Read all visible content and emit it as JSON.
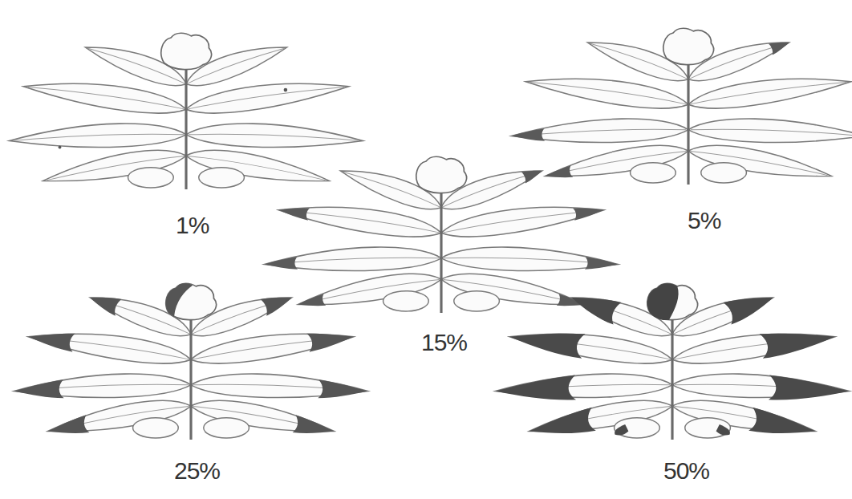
{
  "diagram": {
    "labels": [
      "1%",
      "5%",
      "15%",
      "25%",
      "50%"
    ]
  }
}
